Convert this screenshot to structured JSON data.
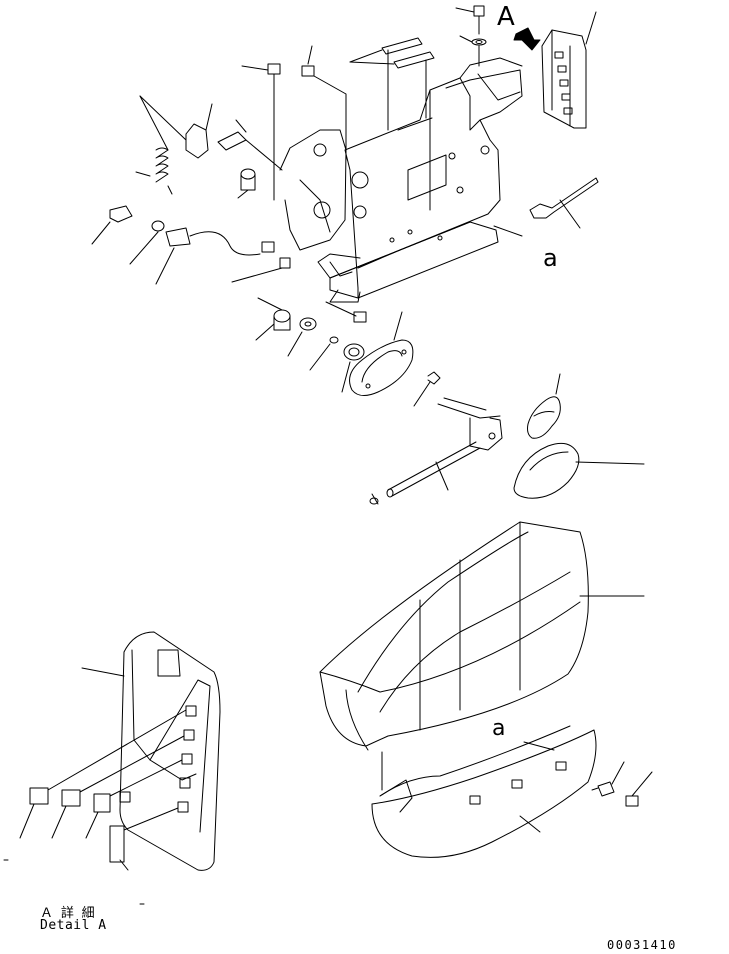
{
  "view_marker": "A",
  "ref_letter_upper": "a",
  "ref_letter_lower": "a",
  "detail_label_ja": "Ａ 詳 細",
  "detail_label_en": "Detail A",
  "drawing_code": "00031410",
  "colors": {
    "line": "#000000",
    "background": "#ffffff",
    "arrow_fill": "#000000"
  }
}
